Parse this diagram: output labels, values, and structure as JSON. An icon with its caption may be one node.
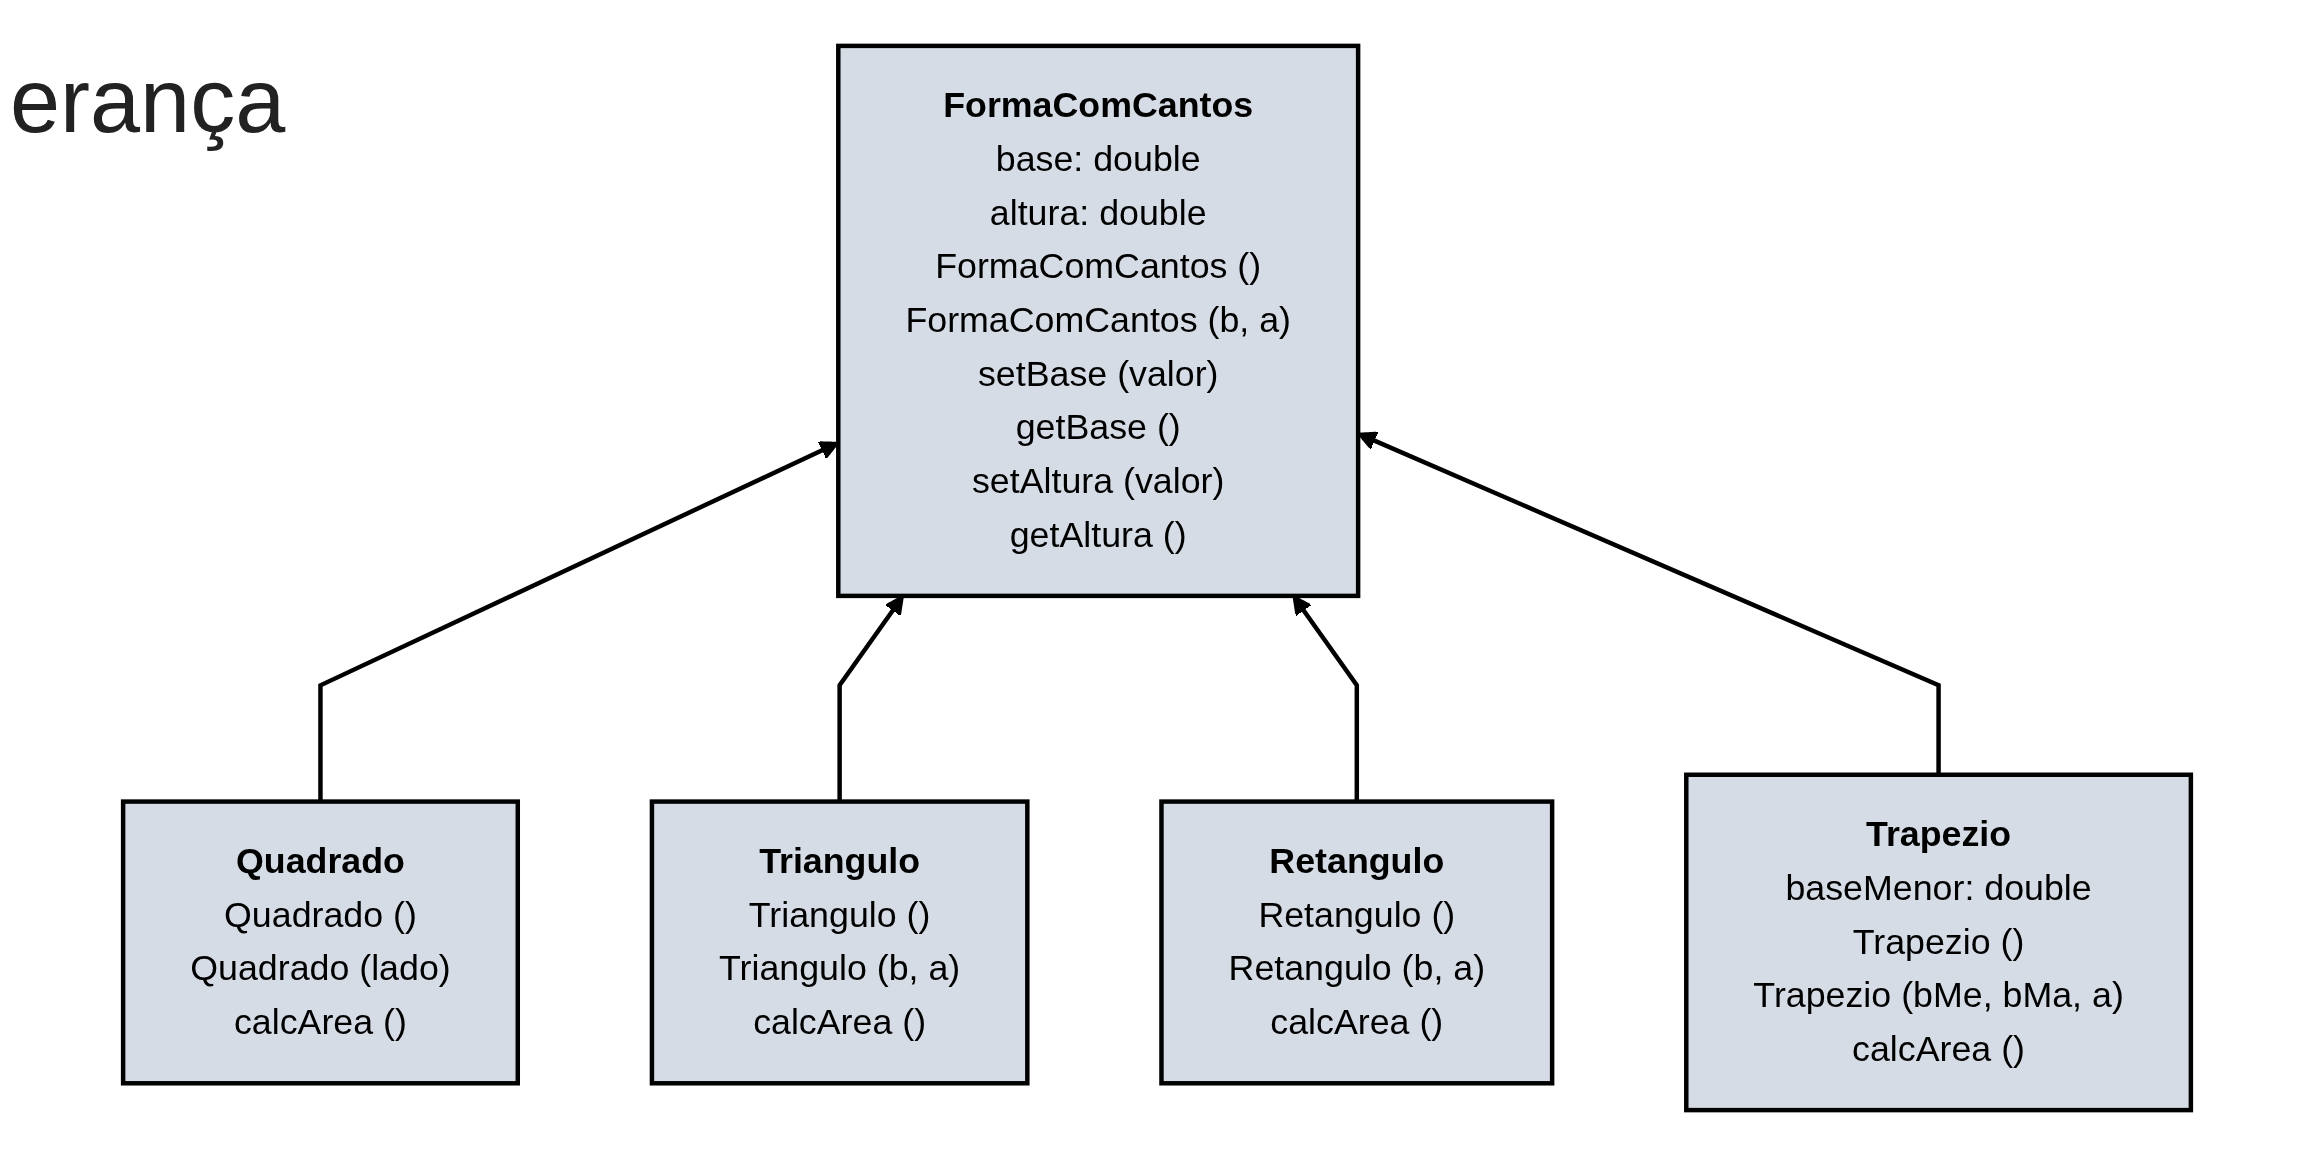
{
  "diagram": {
    "title": "erança",
    "nodes": [
      {
        "text": [
          "FormaComCantos",
          "base: double",
          "altura: double",
          "FormaComCantos ()",
          "FormaComCantos (b, a)",
          "setBase (valor)",
          "getBase ()",
          "setAltura (valor)",
          "getAltura ()"
        ]
      },
      {
        "text": [
          "Quadrado",
          "Quadrado ()",
          "Quadrado (lado)",
          "calcArea ()"
        ]
      },
      {
        "text": [
          "Triangulo",
          "Triangulo ()",
          "Triangulo (b, a)",
          "calcArea ()"
        ]
      },
      {
        "text": [
          "Retangulo",
          "Retangulo ()",
          "Retangulo (b, a)",
          "calcArea ()"
        ]
      },
      {
        "text": [
          "Trapezio",
          "baseMenor: double",
          "Trapezio ()",
          "Trapezio (bMe, bMa, a)",
          "calcArea ()"
        ]
      }
    ],
    "edges": [
      {
        "from": 1,
        "to": 0,
        "arrow": "to"
      },
      {
        "from": 2,
        "to": 0,
        "arrow": "to"
      },
      {
        "from": 3,
        "to": 0,
        "arrow": "to"
      },
      {
        "from": 4,
        "to": 0,
        "arrow": "to"
      }
    ]
  }
}
